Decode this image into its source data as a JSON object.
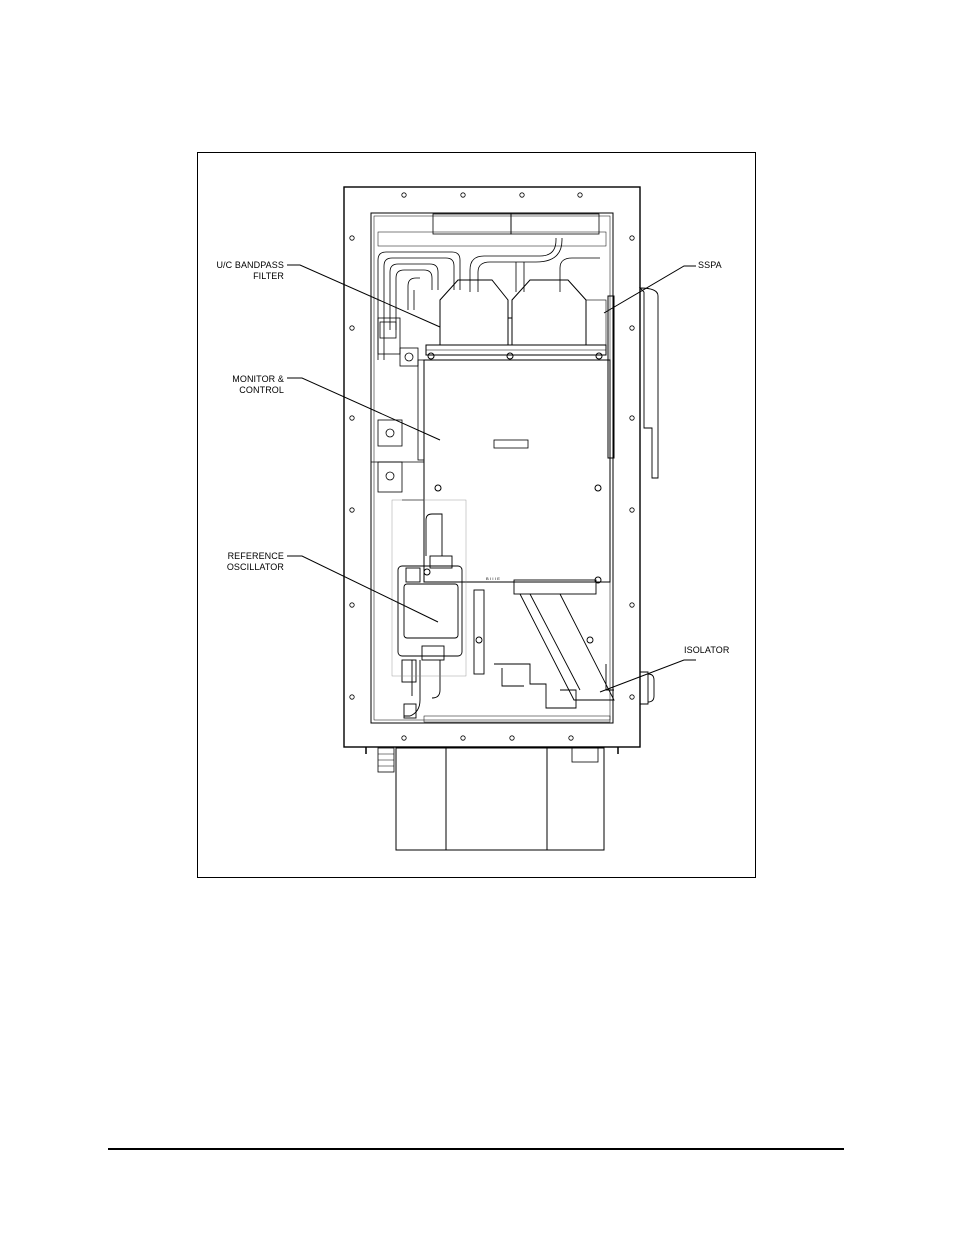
{
  "figure": {
    "callouts": [
      {
        "id": "uc-bandpass-filter",
        "lines": [
          "U/C BANDPASS",
          "FILTER"
        ]
      },
      {
        "id": "monitor-control",
        "lines": [
          "MONITOR &",
          "CONTROL"
        ]
      },
      {
        "id": "reference-oscillator",
        "lines": [
          "REFERENCE",
          "OSCILLATOR"
        ]
      },
      {
        "id": "sspa",
        "lines": [
          "SSPA"
        ]
      },
      {
        "id": "isolator",
        "lines": [
          "ISOLATOR"
        ]
      }
    ],
    "pcb_marking": "B I I I E"
  },
  "colors": {
    "line": "#000000",
    "background": "#ffffff"
  }
}
